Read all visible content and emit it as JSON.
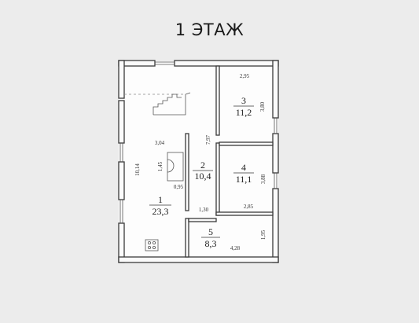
{
  "title": "1 ЭТАЖ",
  "rooms": [
    {
      "number": "1",
      "area": "23,3"
    },
    {
      "number": "2",
      "area": "10,4"
    },
    {
      "number": "3",
      "area": "11,2"
    },
    {
      "number": "4",
      "area": "11,1"
    },
    {
      "number": "5",
      "area": "8,3"
    }
  ],
  "dimensions": {
    "room3_width": "2,95",
    "room3_height": "3,80",
    "wall_797": "7,97",
    "room1_304": "3,04",
    "room1_145": "1,45",
    "room1_1014": "10,14",
    "room1_095": "0,95",
    "room4_height": "3,88",
    "room4_width": "2,85",
    "room2_130": "1,30",
    "room5_height": "1,95",
    "room5_width": "4,28"
  }
}
